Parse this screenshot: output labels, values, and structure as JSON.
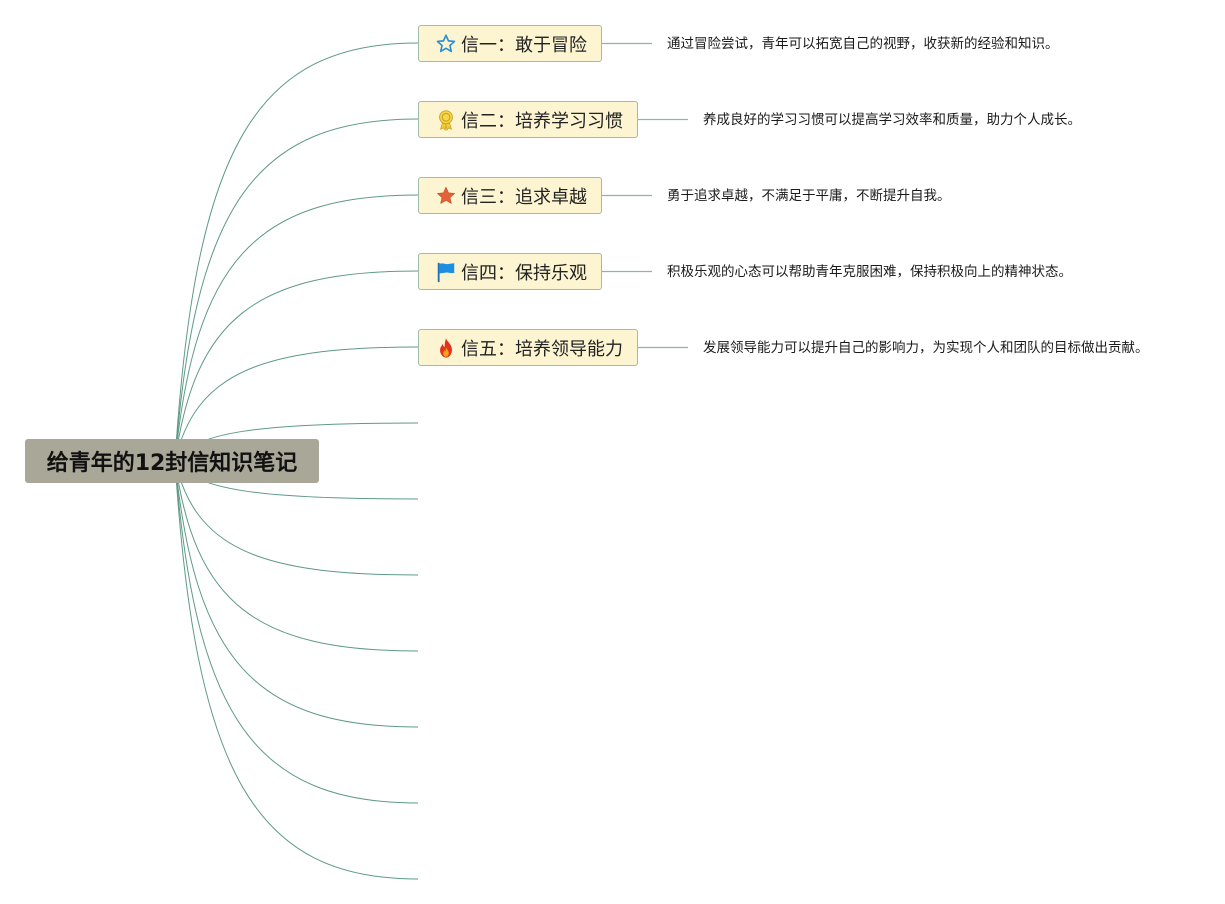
{
  "mindmap": {
    "root": {
      "title": "给青年的12封信知识笔记"
    },
    "branches": [
      {
        "label": "信一：敢于冒险",
        "icon": "star-outline-icon",
        "icon_color": "#2a8fd4",
        "note": "通过冒险尝试，青年可以拓宽自己的视野，收获新的经验和知识。"
      },
      {
        "label": "信二：培养学习习惯",
        "icon": "award-ribbon-icon",
        "icon_color": "#e8b92a",
        "note": "养成良好的学习习惯可以提高学习效率和质量，助力个人成长。"
      },
      {
        "label": "信三：追求卓越",
        "icon": "star-filled-icon",
        "icon_color": "#e2633a",
        "note": "勇于追求卓越，不满足于平庸，不断提升自我。"
      },
      {
        "label": "信四：保持乐观",
        "icon": "flag-icon",
        "icon_color": "#1e8fe0",
        "note": "积极乐观的心态可以帮助青年克服困难，保持积极向上的精神状态。"
      },
      {
        "label": "信五：培养领导能力",
        "icon": "fire-icon",
        "icon_color": "#e0321c",
        "note": "发展领导能力可以提升自己的影响力，为实现个人和团队的目标做出贡献。"
      }
    ],
    "empty_branch_count": 7,
    "colors": {
      "connector": "#5e9a86",
      "root_fill": "#a9a797",
      "branch_fill": "#fdf5d2",
      "branch_border": "#9fbcab"
    }
  }
}
